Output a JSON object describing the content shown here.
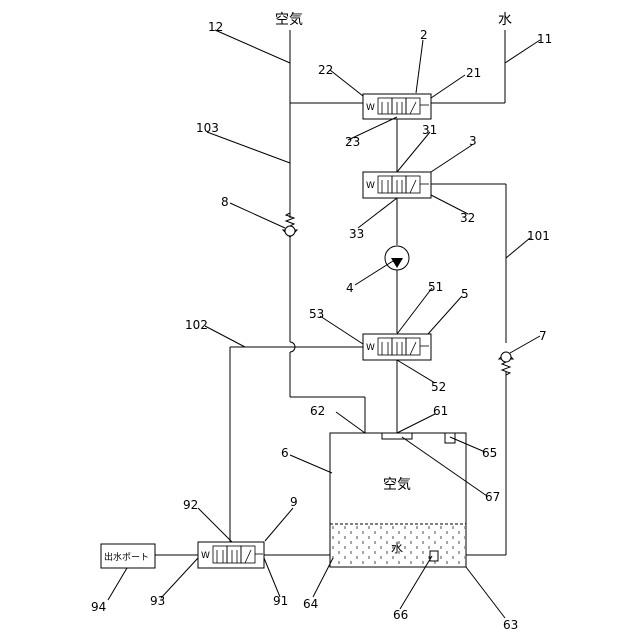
{
  "texts": {
    "air_top": "空気",
    "water_top": "水",
    "tank_air": "空気",
    "tank_water": "水",
    "outlet_port": "出水ポート"
  },
  "refs": {
    "r2": "2",
    "r3": "3",
    "r4": "4",
    "r5": "5",
    "r6": "6",
    "r7": "7",
    "r8": "8",
    "r9": "9",
    "r11": "11",
    "r12": "12",
    "r21": "21",
    "r22": "22",
    "r23": "23",
    "r31": "31",
    "r32": "32",
    "r33": "33",
    "r51": "51",
    "r52": "52",
    "r53": "53",
    "r61": "61",
    "r62": "62",
    "r63": "63",
    "r64": "64",
    "r65": "65",
    "r66": "66",
    "r67": "67",
    "r91": "91",
    "r92": "92",
    "r93": "93",
    "r94": "94",
    "r101": "101",
    "r102": "102",
    "r103": "103"
  }
}
